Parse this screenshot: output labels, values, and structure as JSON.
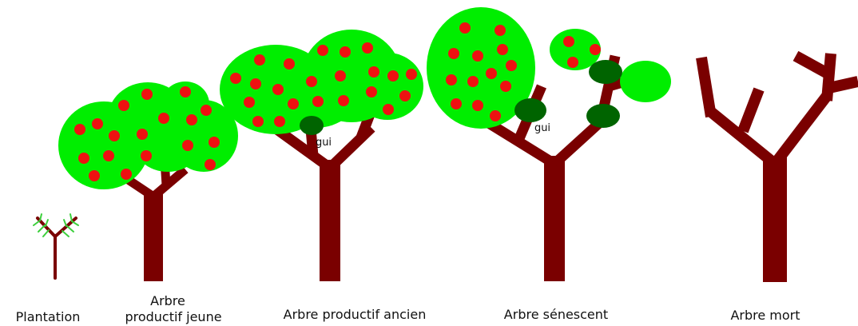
{
  "colors": {
    "trunk": "#7a0000",
    "foliage": "#00ee00",
    "fruit": "#ee1111",
    "mistletoe": "#006400",
    "sapling_leaf": "#3ccf3c",
    "background": "#ffffff"
  },
  "stages": [
    {
      "label": "Plantation"
    },
    {
      "label_line1": "Arbre",
      "label_line2": "productif jeune"
    },
    {
      "label": "Arbre productif ancien"
    },
    {
      "label": "Arbre sénescent"
    },
    {
      "label": "Arbre mort"
    }
  ],
  "mistletoe_label": "gui"
}
